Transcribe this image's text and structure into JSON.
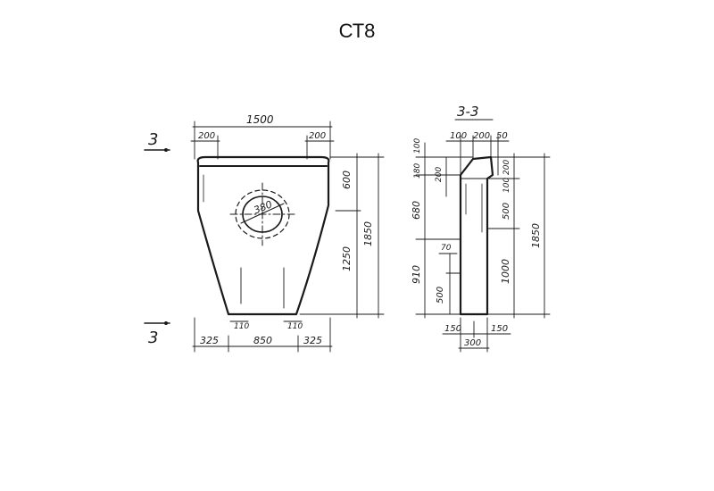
{
  "title": "СТ8",
  "section_marker": "3",
  "section_title": "3-3",
  "front_view": {
    "width_total": "1500",
    "top_left_ledge": "200",
    "top_right_ledge": "200",
    "height_top": "600",
    "height_bottom": "1250",
    "height_total": "1850",
    "hole_diameter": "380",
    "bottom_left": "325",
    "bottom_mid": "850",
    "bottom_right": "325",
    "foot_left": "110",
    "foot_right": "110"
  },
  "section_view": {
    "top_w1": "100",
    "top_w2": "200",
    "top_w3": "50",
    "left_100": "100",
    "left_180": "180",
    "left_200": "200",
    "left_680": "680",
    "left_910": "910",
    "left_70": "70",
    "left_500": "500",
    "right_200": "200",
    "right_100": "100",
    "right_500": "500",
    "right_1000": "1000",
    "height_total": "1850",
    "bottom_150_left": "150",
    "bottom_150_right": "150",
    "bottom_total": "300"
  },
  "colors": {
    "ink": "#1a1a1a",
    "background": "#ffffff"
  }
}
